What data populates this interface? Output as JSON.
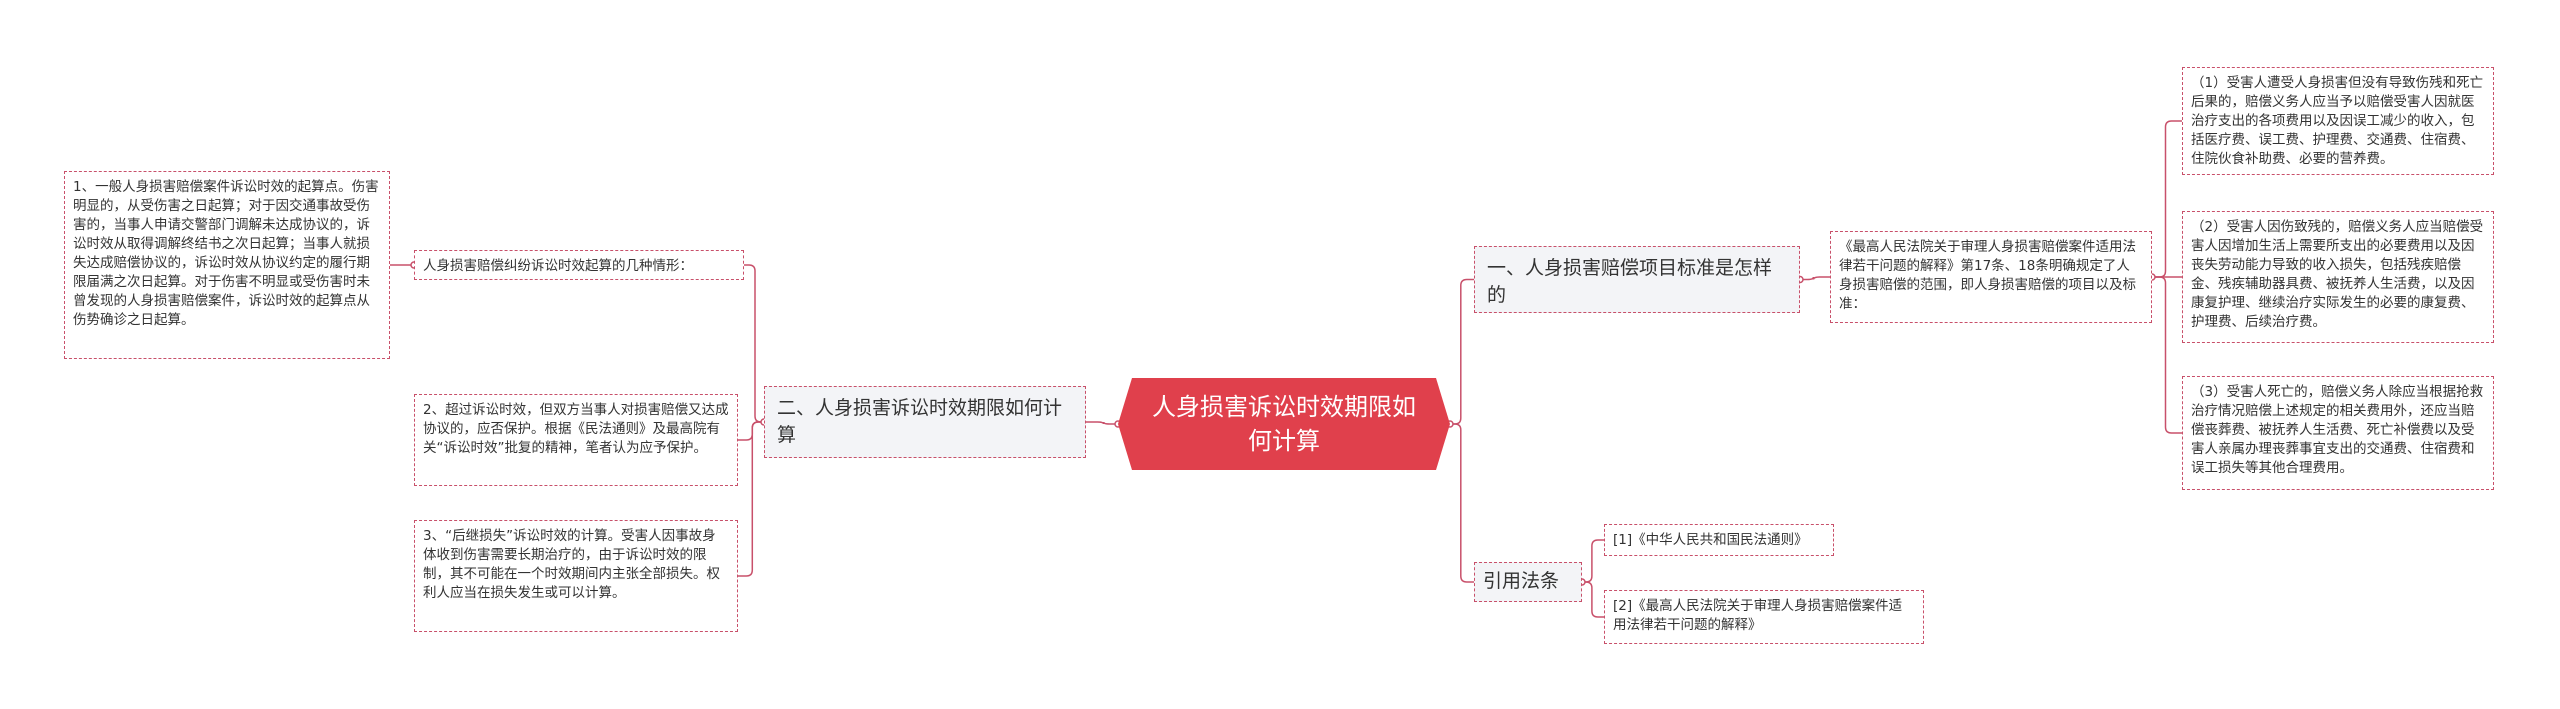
{
  "colors": {
    "root_fill": "#e0404c",
    "edge": "#c8506a",
    "branch_fill": "#f3f4f7",
    "leaf_border": "#c8506a"
  },
  "root": {
    "text": "人身损害诉讼时效期限如何计算"
  },
  "branches": {
    "b1": "一、人身损害赔偿项目标准是怎样的",
    "b2": "二、人身损害诉讼时效期限如何计算",
    "b3": "引用法条"
  },
  "nodes": {
    "b1_mid": "《最高人民法院关于审理人身损害赔偿案件适用法律若干问题的解释》第17条、18条明确规定了人身损害赔偿的范围，即人身损害赔偿的项目以及标准：",
    "b1_leaf1": "（1）受害人遭受人身损害但没有导致伤残和死亡后果的，赔偿义务人应当予以赔偿受害人因就医治疗支出的各项费用以及因误工减少的收入，包括医疗费、误工费、护理费、交通费、住宿费、住院伙食补助费、必要的营养费。",
    "b1_leaf2": "（2）受害人因伤致残的，赔偿义务人应当赔偿受害人因增加生活上需要所支出的必要费用以及因丧失劳动能力导致的收入损失，包括残疾赔偿金、残疾辅助器具费、被抚养人生活费，以及因康复护理、继续治疗实际发生的必要的康复费、护理费、后续治疗费。",
    "b1_leaf3": "（3）受害人死亡的，赔偿义务人除应当根据抢救治疗情况赔偿上述规定的相关费用外，还应当赔偿丧葬费、被抚养人生活费、死亡补偿费以及受害人亲属办理丧葬事宜支出的交通费、住宿费和误工损失等其他合理费用。",
    "b2_mid": "人身损害赔偿纠纷诉讼时效起算的几种情形：",
    "b2_leaf1": "1、一般人身损害赔偿案件诉讼时效的起算点。伤害明显的，从受伤害之日起算；对于因交通事故受伤害的，当事人申请交警部门调解未达成协议的，诉讼时效从取得调解终结书之次日起算；当事人就损失达成赔偿协议的，诉讼时效从协议约定的履行期限届满之次日起算。对于伤害不明显或受伤害时未曾发现的人身损害赔偿案件，诉讼时效的起算点从伤势确诊之日起算。",
    "b2_leaf2": "2、超过诉讼时效，但双方当事人对损害赔偿又达成协议的，应否保护。根据《民法通则》及最高院有关“诉讼时效”批复的精神，笔者认为应予保护。",
    "b2_leaf3": "3、“后继损失”诉讼时效的计算。受害人因事故身体收到伤害需要长期治疗的，由于诉讼时效的限制，其不可能在一个时效期间内主张全部损失。权利人应当在损失发生或可以计算。",
    "b3_leaf1": "[1]《中华人民共和国民法通则》",
    "b3_leaf2": "[2]《最高人民法院关于审理人身损害赔偿案件适用法律若干问题的解释》"
  }
}
